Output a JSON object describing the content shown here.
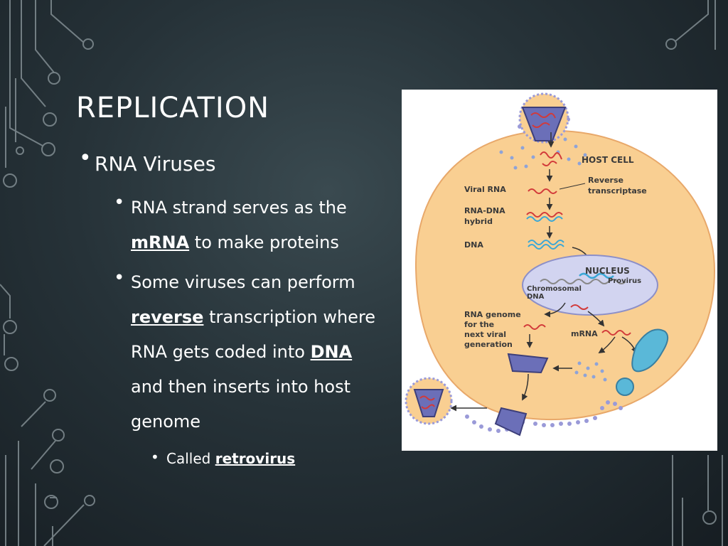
{
  "slide": {
    "title": "REPLICATION",
    "bullet1": "RNA Viruses",
    "sub1": {
      "pre": "RNA strand serves as the",
      "term": "mRNA",
      "post": "to make proteins"
    },
    "sub2": {
      "pre": "Some viruses can perform",
      "term1": "reverse",
      "mid1": "transcription where",
      "mid2": "RNA gets coded into",
      "term2": "DNA",
      "post1": "and then inserts into host",
      "post2": "genome"
    },
    "sub3": {
      "pre": "Called",
      "term": "retrovirus"
    }
  },
  "diagram": {
    "host_cell": "HOST CELL",
    "reverse": "Reverse",
    "transcriptase": "transcriptase",
    "viral_rna": "Viral RNA",
    "rna_dna": "RNA-DNA",
    "hybrid": "hybrid",
    "dna": "DNA",
    "nucleus": "NUCLEUS",
    "chromosomal": "Chromosomal",
    "chrom_dna": "DNA",
    "provirus": "Provirus",
    "genome1": "RNA genome",
    "genome2": "for the",
    "genome3": "next viral",
    "genome4": "generation",
    "mrna": "mRNA"
  },
  "colors": {
    "background": "#263238",
    "circuit": "#8e9a9f",
    "cell_fill": "#f9cf92",
    "nucleus_fill": "#d2d4f0",
    "rna": "#d23a3a",
    "dna": "#3aa7d6"
  }
}
